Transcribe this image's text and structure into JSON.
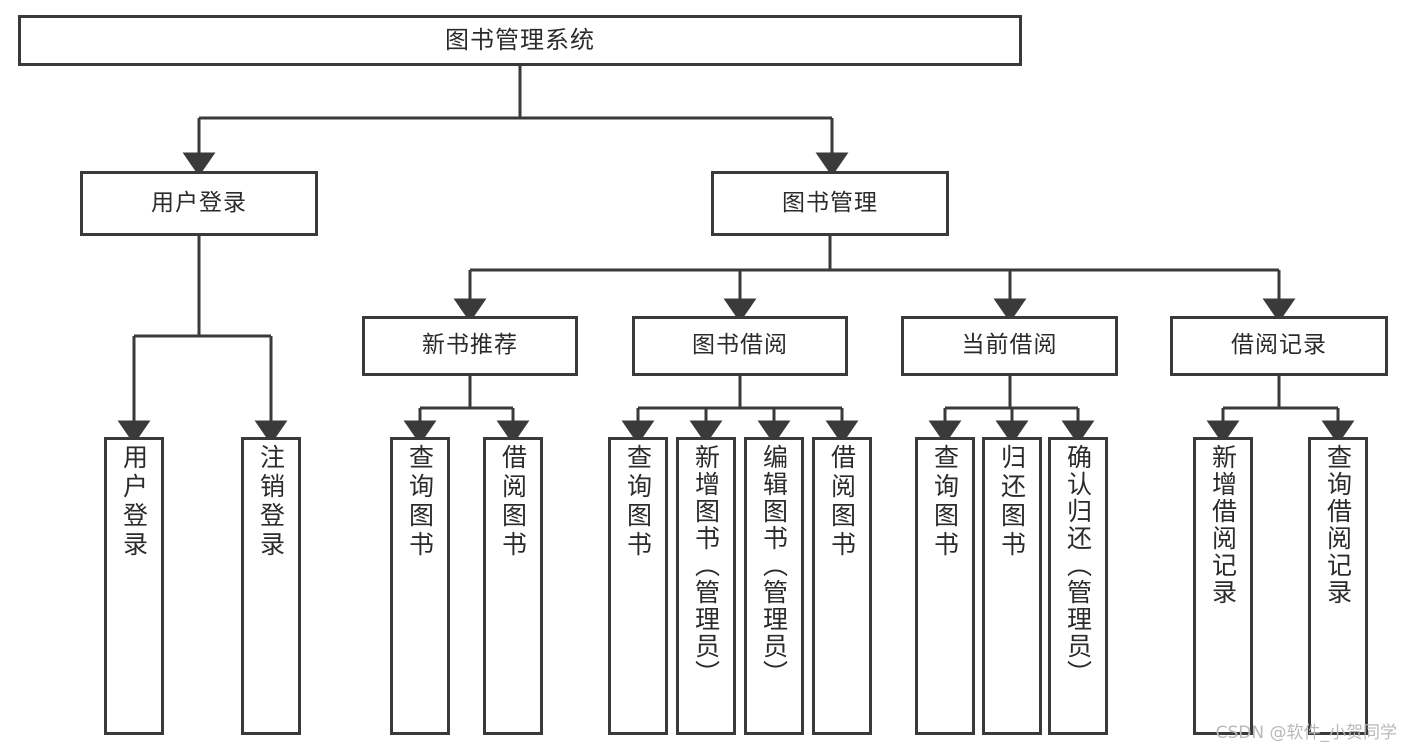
{
  "diagram": {
    "type": "tree-hierarchy-chart",
    "title": "图书管理系统",
    "stroke_color": "#3a3a3a",
    "background_color": "#ffffff",
    "text_color": "#2b2b2b",
    "root": {
      "label": "图书管理系统"
    },
    "level1": [
      {
        "label": "用户登录"
      },
      {
        "label": "图书管理"
      }
    ],
    "level2": [
      {
        "label": "新书推荐"
      },
      {
        "label": "图书借阅"
      },
      {
        "label": "当前借阅"
      },
      {
        "label": "借阅记录"
      }
    ],
    "leaves": {
      "user_login": [
        {
          "label": "用户登录"
        },
        {
          "label": "注销登录"
        }
      ],
      "new_book_recommend": [
        {
          "label": "查询图书"
        },
        {
          "label": "借阅图书"
        }
      ],
      "book_borrow": [
        {
          "label": "查询图书"
        },
        {
          "label": "新增图书（管理员）"
        },
        {
          "label": "编辑图书（管理员）"
        },
        {
          "label": "借阅图书"
        }
      ],
      "current_borrow": [
        {
          "label": "查询图书"
        },
        {
          "label": "归还图书"
        },
        {
          "label": "确认归还（管理员）"
        }
      ],
      "borrow_record": [
        {
          "label": "新增借阅记录"
        },
        {
          "label": "查询借阅记录"
        }
      ]
    }
  },
  "watermark": {
    "text": "CSDN @软件_小贺同学",
    "color": "#b9b9b9"
  }
}
